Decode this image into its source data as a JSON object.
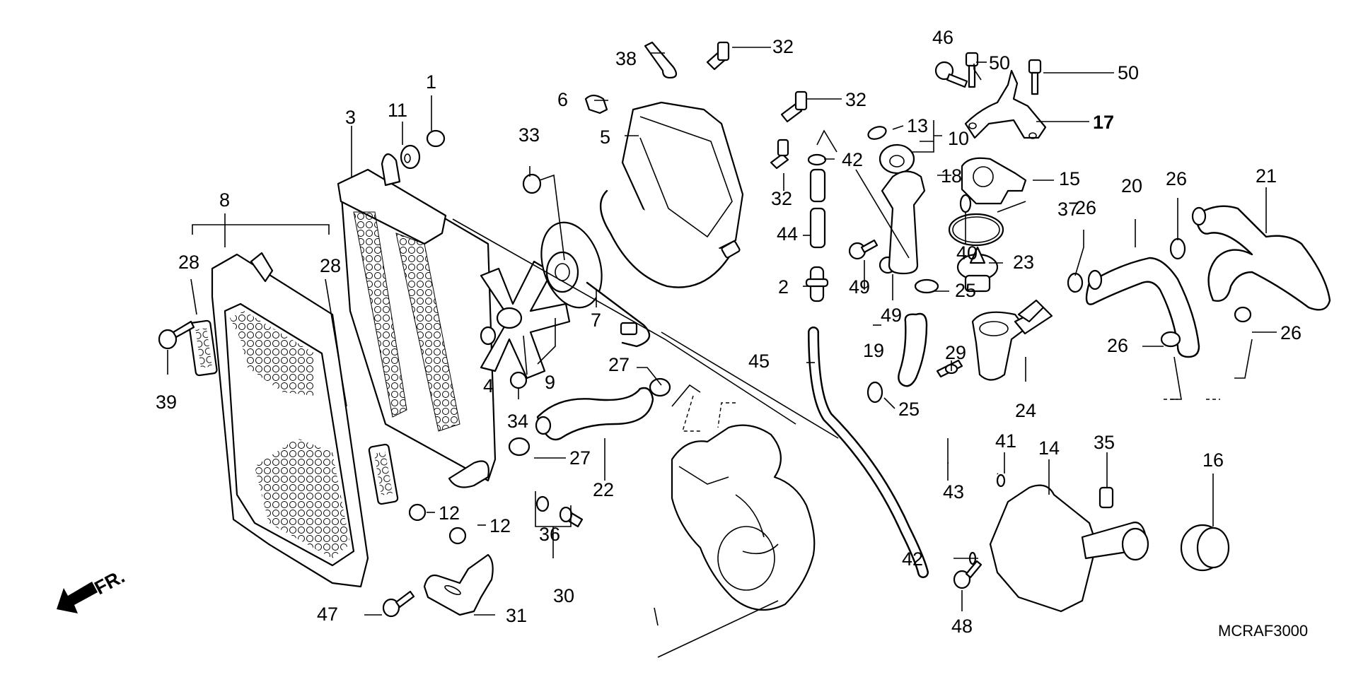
{
  "diagram": {
    "title": "Radiator / cooling system exploded parts diagram",
    "reference_code": "MCRAF3000",
    "direction_indicator": "FR.",
    "callouts": [
      {
        "id": "c1",
        "label": "1",
        "part": "radiator cap plug"
      },
      {
        "id": "c2",
        "label": "2",
        "part": "joint"
      },
      {
        "id": "c3",
        "label": "3",
        "part": "radiator"
      },
      {
        "id": "c4",
        "label": "4",
        "part": "nut"
      },
      {
        "id": "c5",
        "label": "5",
        "part": "fan shroud"
      },
      {
        "id": "c6",
        "label": "6",
        "part": "clip"
      },
      {
        "id": "c7",
        "label": "7",
        "part": "fan motor"
      },
      {
        "id": "c8",
        "label": "8",
        "part": "radiator grille"
      },
      {
        "id": "c9",
        "label": "9",
        "part": "cooling fan"
      },
      {
        "id": "c10",
        "label": "10",
        "part": "cap assembly"
      },
      {
        "id": "c11",
        "label": "11",
        "part": "grommet"
      },
      {
        "id": "c12a",
        "label": "12",
        "part": "collar"
      },
      {
        "id": "c12b",
        "label": "12",
        "part": "collar"
      },
      {
        "id": "c13",
        "label": "13",
        "part": "o-ring"
      },
      {
        "id": "c14",
        "label": "14",
        "part": "reserve tank"
      },
      {
        "id": "c15",
        "label": "15",
        "part": "thermostat cover"
      },
      {
        "id": "c16",
        "label": "16",
        "part": "reserve tank cap"
      },
      {
        "id": "c17",
        "label": "17",
        "part": "bracket"
      },
      {
        "id": "c18",
        "label": "18",
        "part": "filler neck pipe"
      },
      {
        "id": "c19",
        "label": "19",
        "part": "hose"
      },
      {
        "id": "c20",
        "label": "20",
        "part": "upper hose"
      },
      {
        "id": "c21",
        "label": "21",
        "part": "water hose"
      },
      {
        "id": "c22",
        "label": "22",
        "part": "lower hose"
      },
      {
        "id": "c23",
        "label": "23",
        "part": "thermostat"
      },
      {
        "id": "c24",
        "label": "24",
        "part": "thermostat housing"
      },
      {
        "id": "c25a",
        "label": "25",
        "part": "hose clamp"
      },
      {
        "id": "c25b",
        "label": "25",
        "part": "hose clamp"
      },
      {
        "id": "c26a",
        "label": "26",
        "part": "hose clamp"
      },
      {
        "id": "c26b",
        "label": "26",
        "part": "hose clamp"
      },
      {
        "id": "c26c",
        "label": "26",
        "part": "hose clamp"
      },
      {
        "id": "c26d",
        "label": "26",
        "part": "hose clamp"
      },
      {
        "id": "c27a",
        "label": "27",
        "part": "hose clamp"
      },
      {
        "id": "c27b",
        "label": "27",
        "part": "hose clamp"
      },
      {
        "id": "c28a",
        "label": "28",
        "part": "grille mesh"
      },
      {
        "id": "c28b",
        "label": "28",
        "part": "grille mesh"
      },
      {
        "id": "c29",
        "label": "29",
        "part": "temperature sensor"
      },
      {
        "id": "c30",
        "label": "30",
        "part": "thermo switch"
      },
      {
        "id": "c31",
        "label": "31",
        "part": "stay"
      },
      {
        "id": "c32a",
        "label": "32",
        "part": "bolt"
      },
      {
        "id": "c32b",
        "label": "32",
        "part": "bolt"
      },
      {
        "id": "c32c",
        "label": "32",
        "part": "bolt"
      },
      {
        "id": "c33",
        "label": "33",
        "part": "screw"
      },
      {
        "id": "c34",
        "label": "34",
        "part": "nut"
      },
      {
        "id": "c35",
        "label": "35",
        "part": "clip nut"
      },
      {
        "id": "c36",
        "label": "36",
        "part": "o-ring"
      },
      {
        "id": "c37",
        "label": "37",
        "part": "o-ring"
      },
      {
        "id": "c38",
        "label": "38",
        "part": "terminal"
      },
      {
        "id": "c39",
        "label": "39",
        "part": "bolt"
      },
      {
        "id": "c40",
        "label": "40",
        "part": "o-ring"
      },
      {
        "id": "c41",
        "label": "41",
        "part": "clip"
      },
      {
        "id": "c42a",
        "label": "42",
        "part": "clip"
      },
      {
        "id": "c42b",
        "label": "42",
        "part": "clip"
      },
      {
        "id": "c43",
        "label": "43",
        "part": "siphon hose"
      },
      {
        "id": "c44",
        "label": "44",
        "part": "tube"
      },
      {
        "id": "c45",
        "label": "45",
        "part": "overflow tube"
      },
      {
        "id": "c46",
        "label": "46",
        "part": "bolt"
      },
      {
        "id": "c47",
        "label": "47",
        "part": "bolt"
      },
      {
        "id": "c48",
        "label": "48",
        "part": "bolt"
      },
      {
        "id": "c49a",
        "label": "49",
        "part": "bolt"
      },
      {
        "id": "c49b",
        "label": "49",
        "part": "bolt"
      },
      {
        "id": "c50a",
        "label": "50",
        "part": "bolt"
      },
      {
        "id": "c50b",
        "label": "50",
        "part": "bolt"
      }
    ]
  }
}
